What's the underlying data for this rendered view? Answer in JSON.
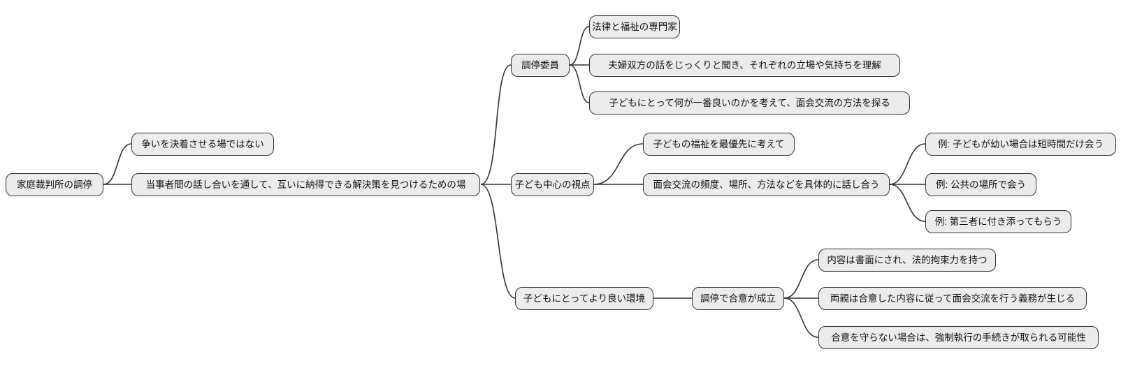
{
  "diagram": {
    "type": "mindmap",
    "background": "#ffffff",
    "node_fill": "#ececec",
    "node_border": "#333333",
    "line_color": "#333333",
    "text_color": "#111111"
  },
  "nodes": [
    {
      "id": "root",
      "parent": null,
      "label": "家庭裁判所の調停"
    },
    {
      "id": "n1",
      "parent": "root",
      "label": "争いを決着させる場ではない"
    },
    {
      "id": "n2",
      "parent": "root",
      "label": "当事者間の話し合いを通して、互いに納得できる解決策を見つけるための場"
    },
    {
      "id": "n3",
      "parent": "n2",
      "label": "調停委員"
    },
    {
      "id": "n3a",
      "parent": "n3",
      "label": "法律と福祉の専門家"
    },
    {
      "id": "n3b",
      "parent": "n3",
      "label": "夫婦双方の話をじっくりと聞き、それぞれの立場や気持ちを理解"
    },
    {
      "id": "n3c",
      "parent": "n3",
      "label": "子どもにとって何が一番良いのかを考えて、面会交流の方法を探る"
    },
    {
      "id": "n4",
      "parent": "n2",
      "label": "子ども中心の視点"
    },
    {
      "id": "n4a",
      "parent": "n4",
      "label": "子どもの福祉を最優先に考えて"
    },
    {
      "id": "n4b",
      "parent": "n4",
      "label": "面会交流の頻度、場所、方法などを具体的に話し合う"
    },
    {
      "id": "n4b1",
      "parent": "n4b",
      "label": "例: 子どもが幼い場合は短時間だけ会う"
    },
    {
      "id": "n4b2",
      "parent": "n4b",
      "label": "例: 公共の場所で会う"
    },
    {
      "id": "n4b3",
      "parent": "n4b",
      "label": "例: 第三者に付き添ってもらう"
    },
    {
      "id": "n5",
      "parent": "n2",
      "label": "子どもにとってより良い環境"
    },
    {
      "id": "n5a",
      "parent": "n5",
      "label": "調停で合意が成立"
    },
    {
      "id": "n5a1",
      "parent": "n5a",
      "label": "内容は書面にされ、法的拘束力を持つ"
    },
    {
      "id": "n5a2",
      "parent": "n5a",
      "label": "両親は合意した内容に従って面会交流を行う義務が生じる"
    },
    {
      "id": "n5a3",
      "parent": "n5a",
      "label": "合意を守らない場合は、強制執行の手続きが取られる可能性"
    }
  ]
}
